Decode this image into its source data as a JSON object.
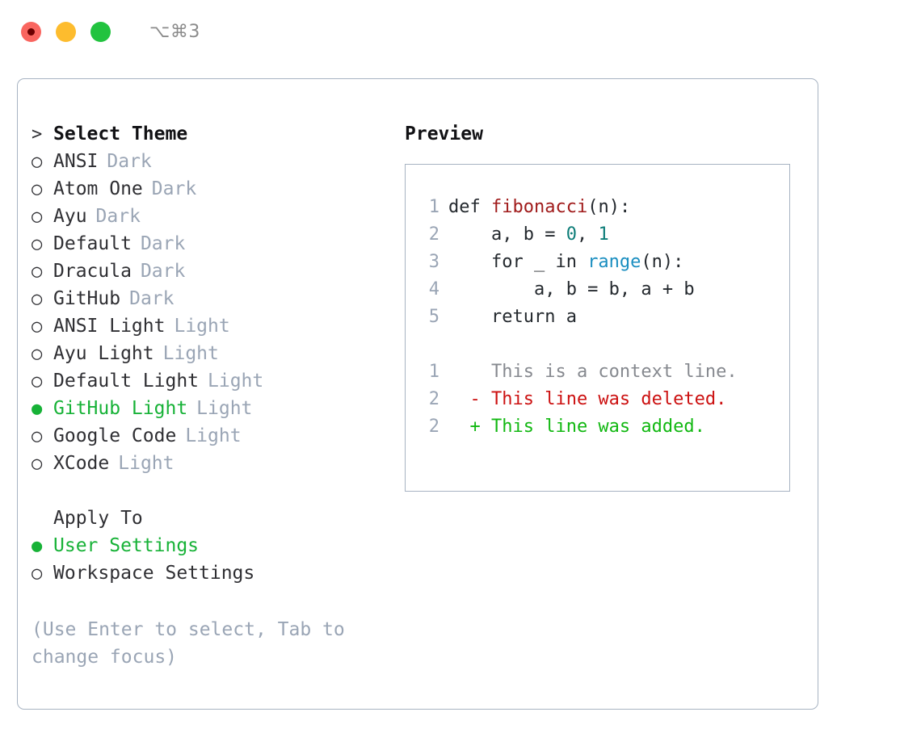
{
  "titlebar": {
    "shortcut": "⌥⌘3",
    "buttons": [
      {
        "name": "close",
        "color": "#f9655f"
      },
      {
        "name": "minimize",
        "color": "#fdbc2e"
      },
      {
        "name": "maximize",
        "color": "#22c33f"
      }
    ]
  },
  "theme_list": {
    "heading_marker": ">",
    "heading": "Select Theme",
    "unselected_marker": "○",
    "selected_marker": "●",
    "items": [
      {
        "name": "ANSI",
        "variant": "Dark",
        "selected": false
      },
      {
        "name": "Atom One",
        "variant": "Dark",
        "selected": false
      },
      {
        "name": "Ayu",
        "variant": "Dark",
        "selected": false
      },
      {
        "name": "Default",
        "variant": "Dark",
        "selected": false
      },
      {
        "name": "Dracula",
        "variant": "Dark",
        "selected": false
      },
      {
        "name": "GitHub",
        "variant": "Dark",
        "selected": false
      },
      {
        "name": "ANSI Light",
        "variant": "Light",
        "selected": false
      },
      {
        "name": "Ayu Light",
        "variant": "Light",
        "selected": false
      },
      {
        "name": "Default Light",
        "variant": "Light",
        "selected": false
      },
      {
        "name": "GitHub Light",
        "variant": "Light",
        "selected": true
      },
      {
        "name": "Google Code",
        "variant": "Light",
        "selected": false
      },
      {
        "name": "XCode",
        "variant": "Light",
        "selected": false
      }
    ]
  },
  "apply_to": {
    "heading": "Apply To",
    "items": [
      {
        "name": "User Settings",
        "selected": true
      },
      {
        "name": "Workspace Settings",
        "selected": false
      }
    ]
  },
  "hint": "(Use Enter to select, Tab to change focus)",
  "preview": {
    "heading": "Preview",
    "code_lines": [
      {
        "number": "1",
        "tokens": [
          {
            "text": "def ",
            "type": "plain"
          },
          {
            "text": "fibonacci",
            "type": "fn"
          },
          {
            "text": "(n):",
            "type": "plain"
          }
        ]
      },
      {
        "number": "2",
        "tokens": [
          {
            "text": "    a, b = ",
            "type": "plain"
          },
          {
            "text": "0",
            "type": "num"
          },
          {
            "text": ", ",
            "type": "plain"
          },
          {
            "text": "1",
            "type": "num"
          }
        ]
      },
      {
        "number": "3",
        "tokens": [
          {
            "text": "    for _ in ",
            "type": "plain"
          },
          {
            "text": "range",
            "type": "call"
          },
          {
            "text": "(n):",
            "type": "plain"
          }
        ]
      },
      {
        "number": "4",
        "tokens": [
          {
            "text": "        a, b = b, a + b",
            "type": "plain"
          }
        ]
      },
      {
        "number": "5",
        "tokens": [
          {
            "text": "    return a",
            "type": "plain"
          }
        ]
      }
    ],
    "diff_lines": [
      {
        "number": "1",
        "sign": "  ",
        "text": "This is a context line.",
        "type": "context"
      },
      {
        "number": "2",
        "sign": "- ",
        "text": "This line was deleted.",
        "type": "deleted"
      },
      {
        "number": "2",
        "sign": "+ ",
        "text": "This line was added.",
        "type": "added"
      }
    ]
  },
  "colors": {
    "panel_border": "#a7b3c2",
    "muted": "#9aa5b5",
    "selected_green": "#17b237",
    "code_fn_red": "#a01b1b",
    "code_num_teal": "#0d7d78",
    "code_call_blue": "#1a8ec0",
    "diff_delete_red": "#cc1111",
    "diff_add_green": "#12b812",
    "diff_context_gray": "#86898f"
  }
}
